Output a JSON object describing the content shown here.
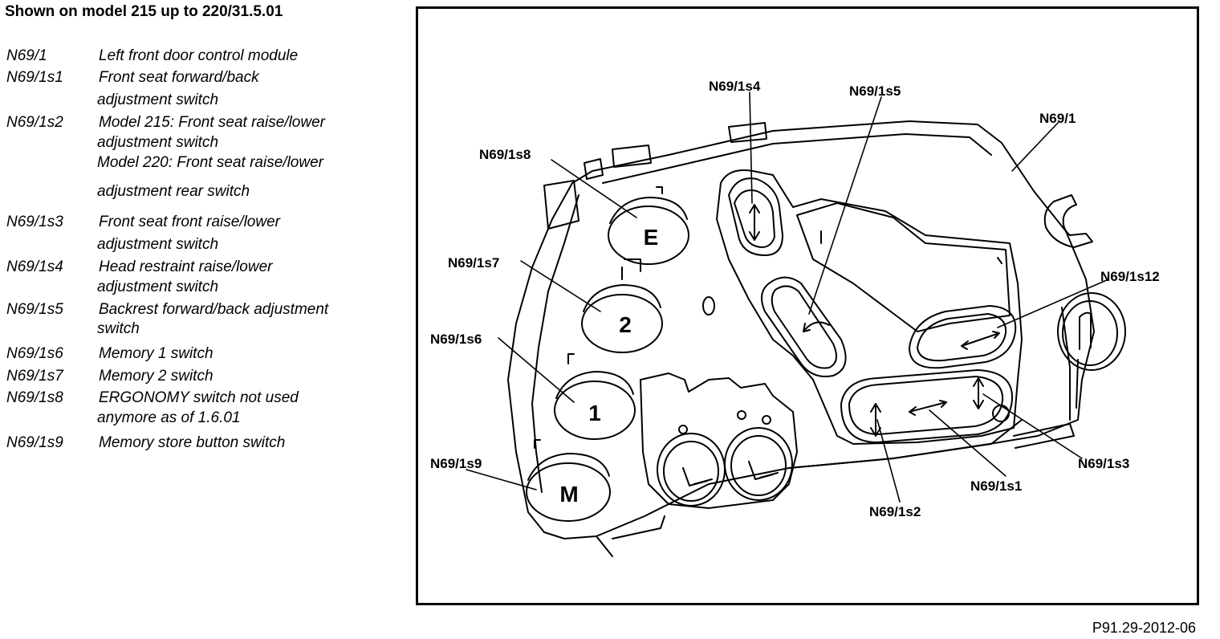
{
  "heading": "Shown on model 215 up to 220/31.5.01",
  "legend": [
    {
      "code": "N69/1",
      "lines": [
        "Left front door control module"
      ]
    },
    {
      "code": "N69/1s1",
      "lines": [
        "Front seat forward/back",
        "adjustment switch"
      ]
    },
    {
      "code": "N69/1s2",
      "lines": [
        "Model 215: Front seat raise/lower",
        "adjustment switch",
        "Model 220: Front seat raise/lower",
        "adjustment rear switch"
      ]
    },
    {
      "code": "N69/1s3",
      "lines": [
        "Front seat front raise/lower",
        "adjustment switch"
      ]
    },
    {
      "code": "N69/1s4",
      "lines": [
        "Head restraint raise/lower",
        "adjustment switch"
      ]
    },
    {
      "code": "N69/1s5",
      "lines": [
        "Backrest forward/back adjustment",
        "switch"
      ]
    },
    {
      "code": "N69/1s6",
      "lines": [
        "Memory 1 switch"
      ]
    },
    {
      "code": "N69/1s7",
      "lines": [
        "Memory 2 switch"
      ]
    },
    {
      "code": "N69/1s8",
      "lines": [
        "ERGONOMY switch not used",
        "anymore as of 1.6.01"
      ]
    },
    {
      "code": "N69/1s9",
      "lines": [
        "Memory store button switch"
      ]
    }
  ],
  "callouts": {
    "s4": "N69/1s4",
    "s5": "N69/1s5",
    "m1": "N69/1",
    "s8": "N69/1s8",
    "s7": "N69/1s7",
    "s12": "N69/1s12",
    "s6": "N69/1s6",
    "s9": "N69/1s9",
    "s3": "N69/1s3",
    "s1": "N69/1s1",
    "s2": "N69/1s2"
  },
  "buttons": {
    "e": "E",
    "two": "2",
    "one": "1",
    "m": "M"
  },
  "reference": "P91.29-2012-06"
}
